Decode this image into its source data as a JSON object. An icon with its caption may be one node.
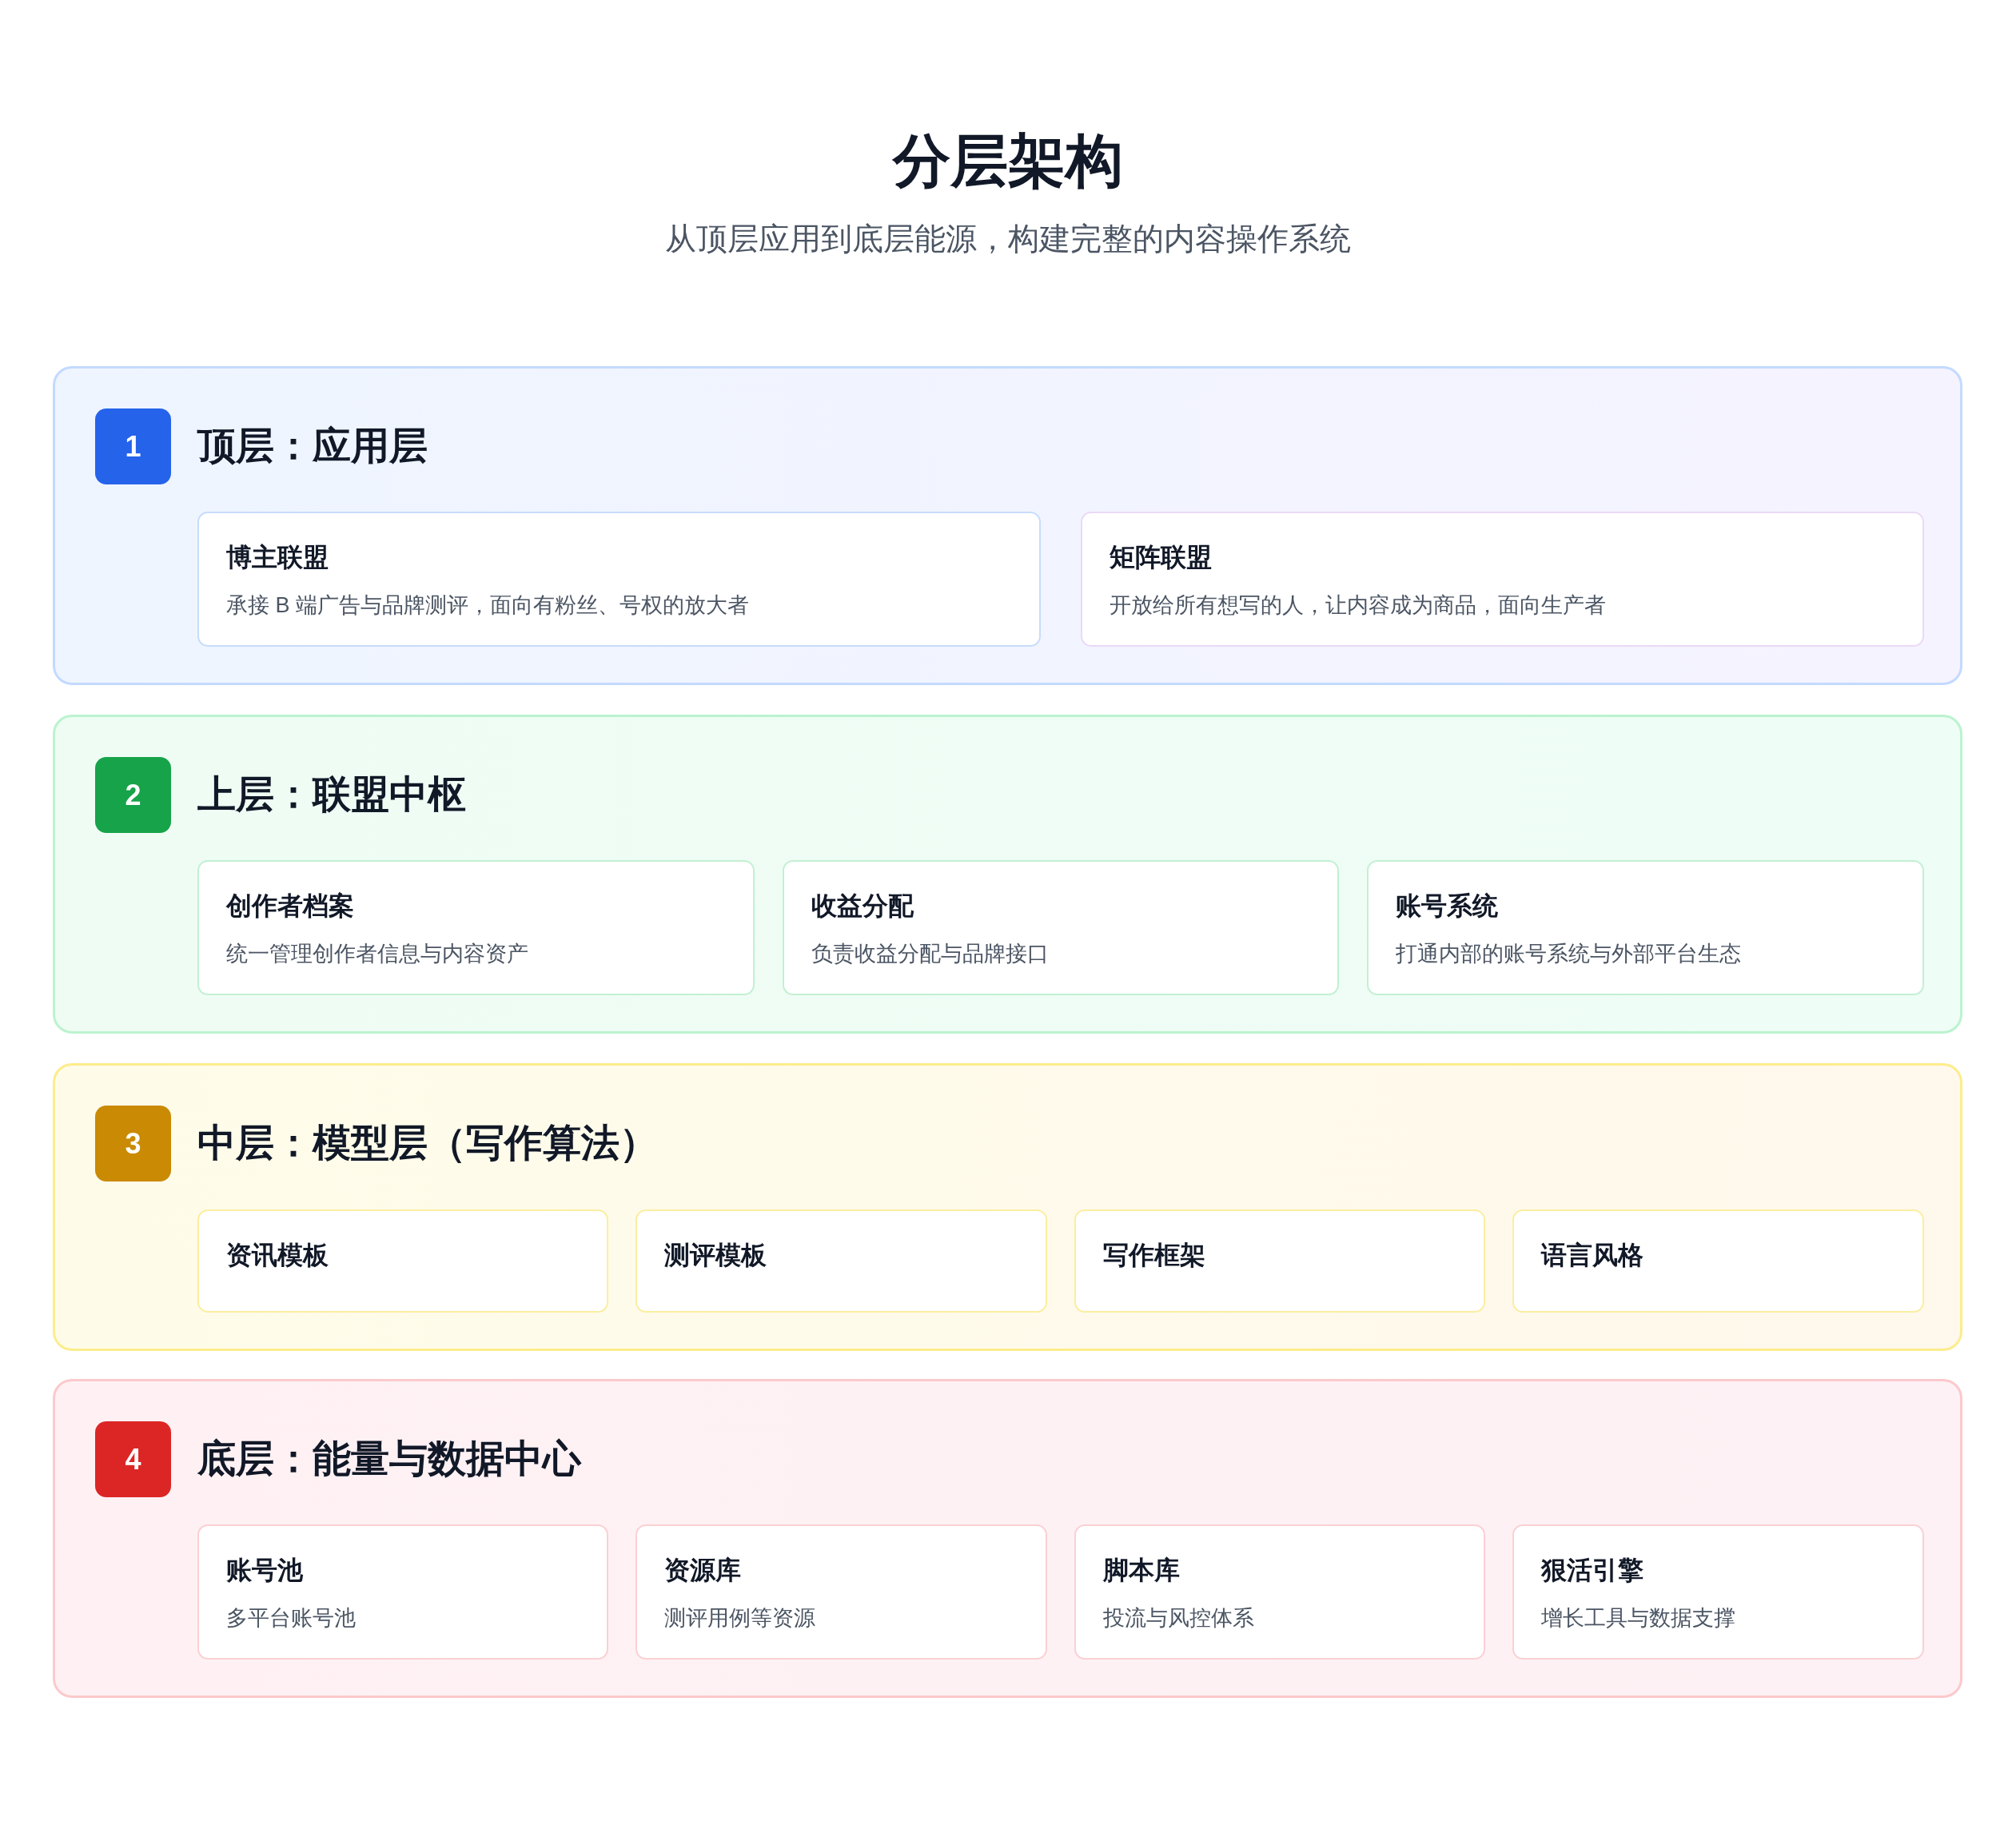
{
  "diagram": {
    "title": "分层架构",
    "nodes": [
      {
        "text": [
          "顶层：应用层"
        ]
      },
      {
        "text": [
          "1"
        ],
        "in": 0
      },
      {
        "text": [
          "博主联盟",
          "承接 B 端广告与品牌测评，面向有粉丝、号权的放大者"
        ],
        "in": 0
      },
      {
        "text": [
          "矩阵联盟",
          "开放给所有想写的人，让内容成为商品，面向生产者"
        ],
        "in": 0
      },
      {
        "text": [
          "上层：联盟中枢"
        ]
      },
      {
        "text": [
          "2"
        ],
        "in": 4
      },
      {
        "text": [
          "创作者档案",
          "统一管理创作者信息与内容资产"
        ],
        "in": 4
      },
      {
        "text": [
          "收益分配",
          "负责收益分配与品牌接口"
        ],
        "in": 4
      },
      {
        "text": [
          "账号系统",
          "打通内部的账号系统与外部平台生态"
        ],
        "in": 4
      },
      {
        "text": [
          "中层：模型层（写作算法）"
        ]
      },
      {
        "text": [
          "3"
        ],
        "in": 9
      },
      {
        "text": [
          "资讯模板"
        ],
        "in": 9
      },
      {
        "text": [
          "测评模板"
        ],
        "in": 9
      },
      {
        "text": [
          "写作框架"
        ],
        "in": 9
      },
      {
        "text": [
          "语言风格"
        ],
        "in": 9
      },
      {
        "text": [
          "底层：能量与数据中心"
        ]
      },
      {
        "text": [
          "4"
        ],
        "in": 15
      },
      {
        "text": [
          "账号池",
          "多平台账号池"
        ],
        "in": 15
      },
      {
        "text": [
          "资源库",
          "测评用例等资源"
        ],
        "in": 15
      },
      {
        "text": [
          "脚本库",
          "投流与风控体系"
        ],
        "in": 15
      },
      {
        "text": [
          "狠活引擎",
          "增长工具与数据支撑"
        ],
        "in": 15
      }
    ],
    "labels": [
      "从顶层应用到底层能源，构建完整的内容操作系统"
    ]
  }
}
